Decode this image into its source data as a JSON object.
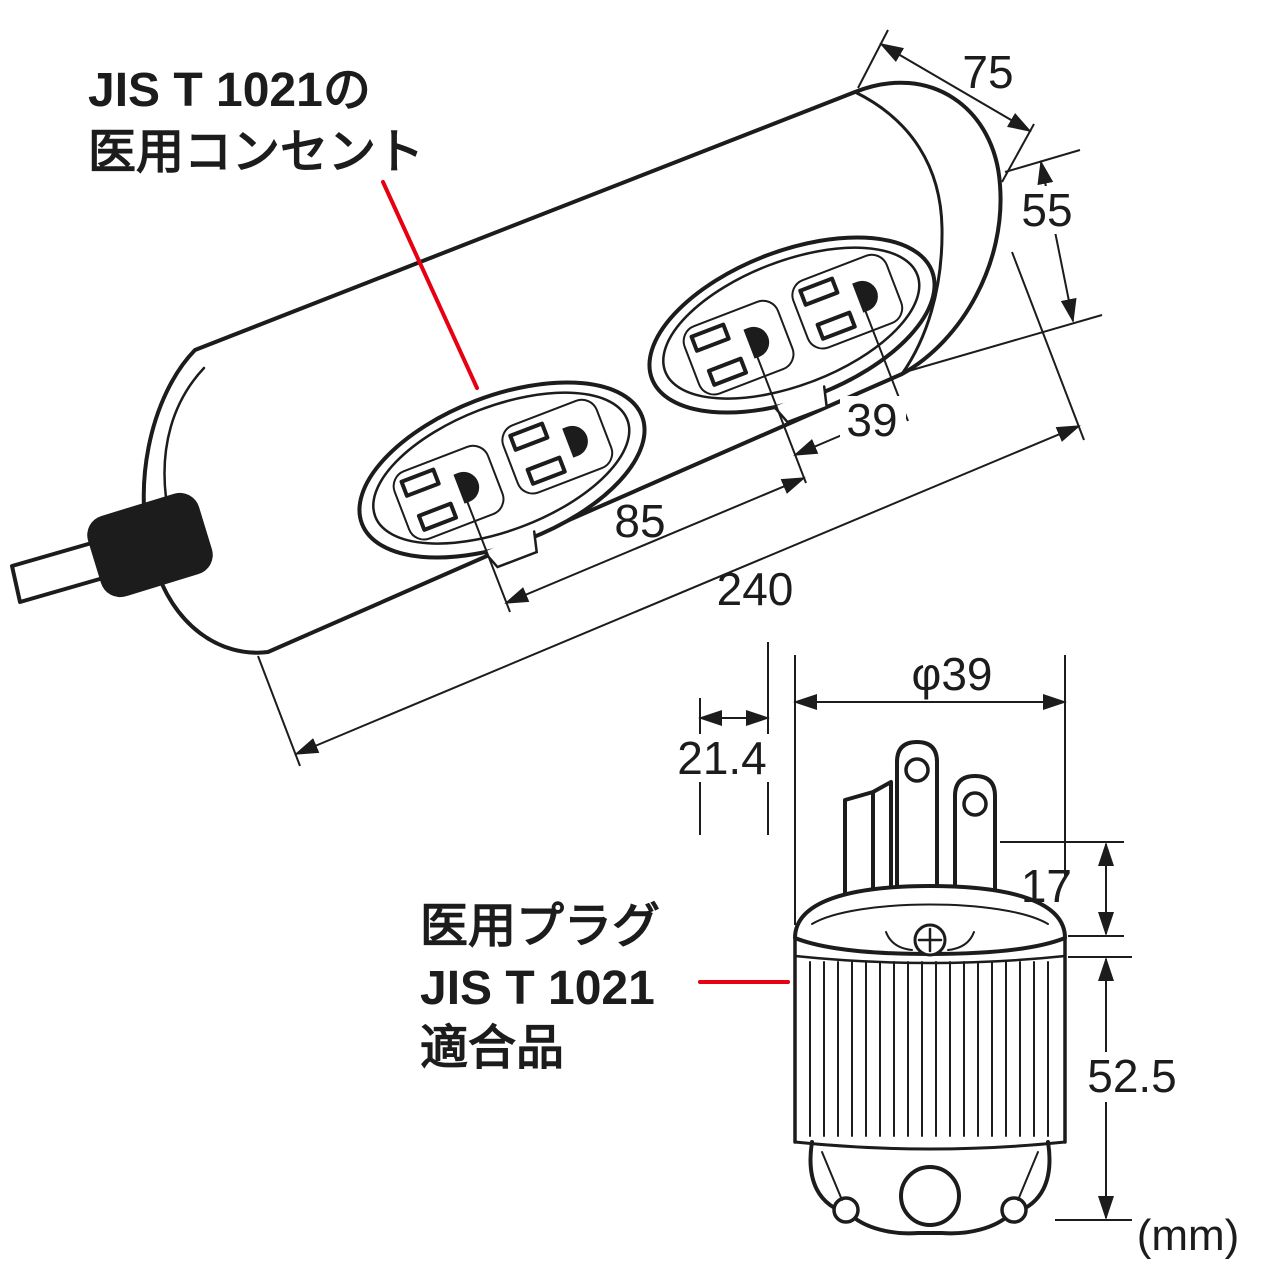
{
  "colors": {
    "line": "#1c1c1c",
    "accent_red": "#e60012",
    "background": "#ffffff"
  },
  "annotations": {
    "outlet_label": {
      "line1": "JIS T 1021の",
      "line2": "医用コンセント"
    },
    "plug_label": {
      "line1": "医用プラグ",
      "line2": "JIS T 1021",
      "line3": "適合品"
    },
    "units_note": "(mm)"
  },
  "dimensions": {
    "power_strip": {
      "depth": "75",
      "height": "55",
      "outlet_pitch": "39",
      "recess_pitch": "85",
      "length": "240"
    },
    "plug": {
      "diameter": "φ39",
      "blade_offset": "21.4",
      "cap_height": "17",
      "body_height": "52.5"
    }
  }
}
